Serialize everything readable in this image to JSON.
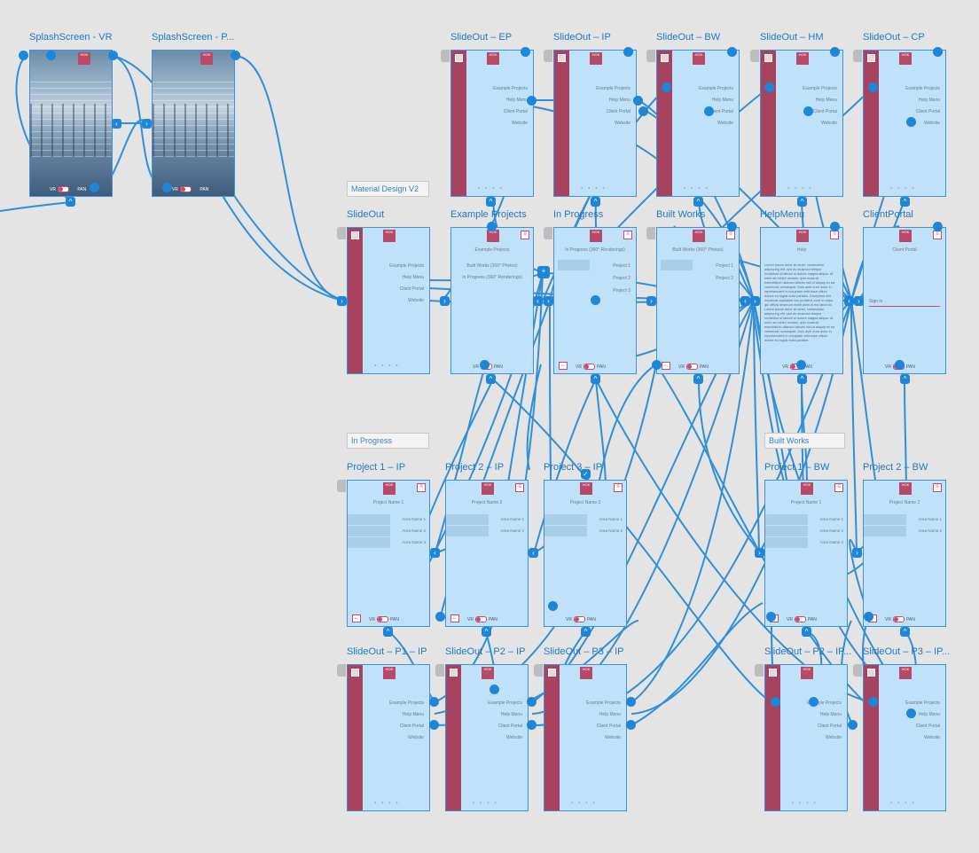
{
  "groups": {
    "material_design": "Material Design V2",
    "in_progress": "In Progress",
    "built_works": "Built Works"
  },
  "cards": {
    "splash_vr": "SplashScreen - VR",
    "splash_pan": "SplashScreen - P...",
    "so_ep": "SlideOut – EP",
    "so_ip": "SlideOut – IP",
    "so_bw": "SlideOut – BW",
    "so_hm": "SlideOut – HM",
    "so_cp": "SlideOut – CP",
    "slideout": "SlideOut",
    "example_projects": "Example Projects",
    "in_progress": "In Progress",
    "built_works": "Built Works",
    "help_menu": "HelpMenu",
    "client_portal": "ClientPortal",
    "p1_ip": "Project 1 – IP",
    "p2_ip": "Project 2 – IP",
    "p3_ip": "Project 3 – IP",
    "p1_bw": "Project 1 – BW",
    "p2_bw": "Project 2 – BW",
    "so_p1_ip": "SlideOut – P1 – IP",
    "so_p2_ip": "SlideOut – P2 – IP",
    "so_p3_ip": "SlideOut – P3 – IP",
    "so_p2_ip_b": "SlideOut – P2 – IP...",
    "so_p3_ip_b": "SlideOut – P3 – IP..."
  },
  "menu": {
    "example_projects": "Example Projects",
    "help_menu": "Help Menu",
    "client_portal": "Client Portal",
    "website": "Website"
  },
  "screens": {
    "vr": "VR",
    "pan": "PAN",
    "example_projects": "Example Projects",
    "built_works_360": "Built Works (360° Photos)",
    "in_progress_360": "In Progress (360° Renderings)",
    "project_1": "Project 1",
    "project_2": "Project 2",
    "project_3": "Project 3",
    "help": "Help",
    "help_menu": "Help Menu",
    "client_portal": "Client Portal",
    "sign_in": "Sign in",
    "project_name_1": "Project Name 1",
    "project_name_2": "Project Name 2",
    "project_name_3": "Project Name 3",
    "area_name_1": "Area Name 1",
    "area_name_2": "Area Name 2",
    "area_name_3": "Area Name 3",
    "help_body": "Lorem ipsum dolor sit amet, consectetur adipiscing elit, sed do eiusmod tempor incididunt ut labore et dolore magna aliqua. Ut enim ad minim veniam, quis nostrud exercitation ullamco laboris nisi ut aliquip ex ea commodo consequat. Duis aute irure dolor in reprehenderit in voluptate velit esse cillum dolore eu fugiat nulla pariatur. Excepteur sint occaecat cupidatat non proident, sunt in culpa qui officia deserunt mollit anim id est laborum. Lorem ipsum dolor sit amet, consectetur adipiscing elit, sed do eiusmod tempor incididunt ut labore et dolore magna aliqua. Ut enim ad minim veniam, quis nostrud exercitation ullamco laboris nisi ut aliquip ex ea commodo consequat. Duis aute irure dolor in reprehenderit in voluptate velit esse cillum dolore eu fugiat nulla pariatur."
  },
  "colors": {
    "canvas": "#e4e4e4",
    "screen": "#bfe1f9",
    "wire": "#1d86d8",
    "sidebar": "#a8435f"
  }
}
